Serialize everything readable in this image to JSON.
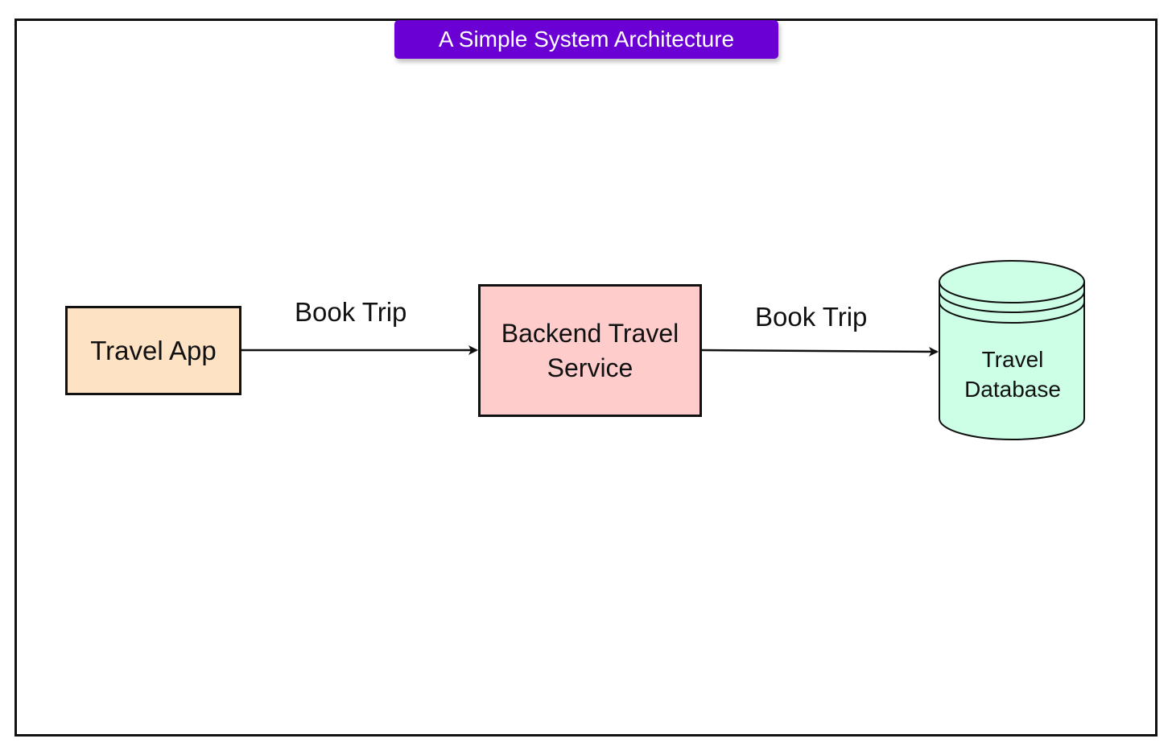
{
  "diagram": {
    "title": "A Simple System Architecture",
    "nodes": {
      "travel_app": "Travel App",
      "backend_line1": "Backend Travel",
      "backend_line2": "Service",
      "database_line1": "Travel",
      "database_line2": "Database"
    },
    "edges": {
      "app_to_backend": "Book Trip",
      "backend_to_database": "Book Trip"
    },
    "colors": {
      "title_background": "#6a00d4",
      "travel_app_fill": "#fde2c4",
      "backend_fill": "#ffcccc",
      "database_fill": "#ccffe6",
      "stroke": "#111111"
    }
  }
}
